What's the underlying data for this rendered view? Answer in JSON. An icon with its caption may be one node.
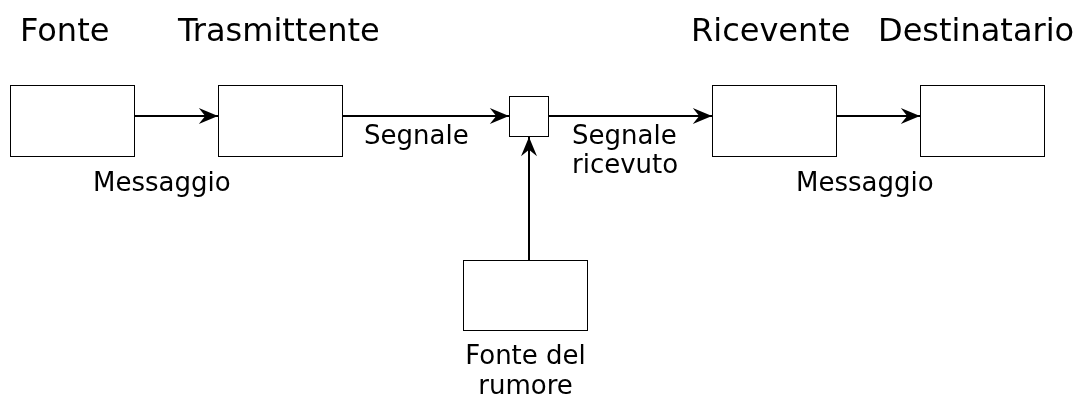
{
  "diagram": {
    "nodes": [
      {
        "text": [
          "Fonte"
        ]
      },
      {
        "text": [
          "Trasmittente"
        ]
      },
      {
        "text": [],
        "shape": "box"
      },
      {
        "text": [
          "Ricevente"
        ]
      },
      {
        "text": [
          "Destinatario"
        ]
      },
      {
        "text": [
          "Fonte del rumore"
        ]
      }
    ],
    "edges": [
      {
        "from": 0,
        "to": 1,
        "arrow": "to",
        "label": "Messaggio"
      },
      {
        "from": 1,
        "to": 2,
        "arrow": "to",
        "label": "Segnale"
      },
      {
        "from": 2,
        "to": 3,
        "arrow": "to",
        "label": "Segnale ricevuto"
      },
      {
        "from": 3,
        "to": 4,
        "arrow": "to",
        "label": "Messaggio"
      },
      {
        "from": 5,
        "to": 2,
        "arrow": "to"
      }
    ]
  }
}
